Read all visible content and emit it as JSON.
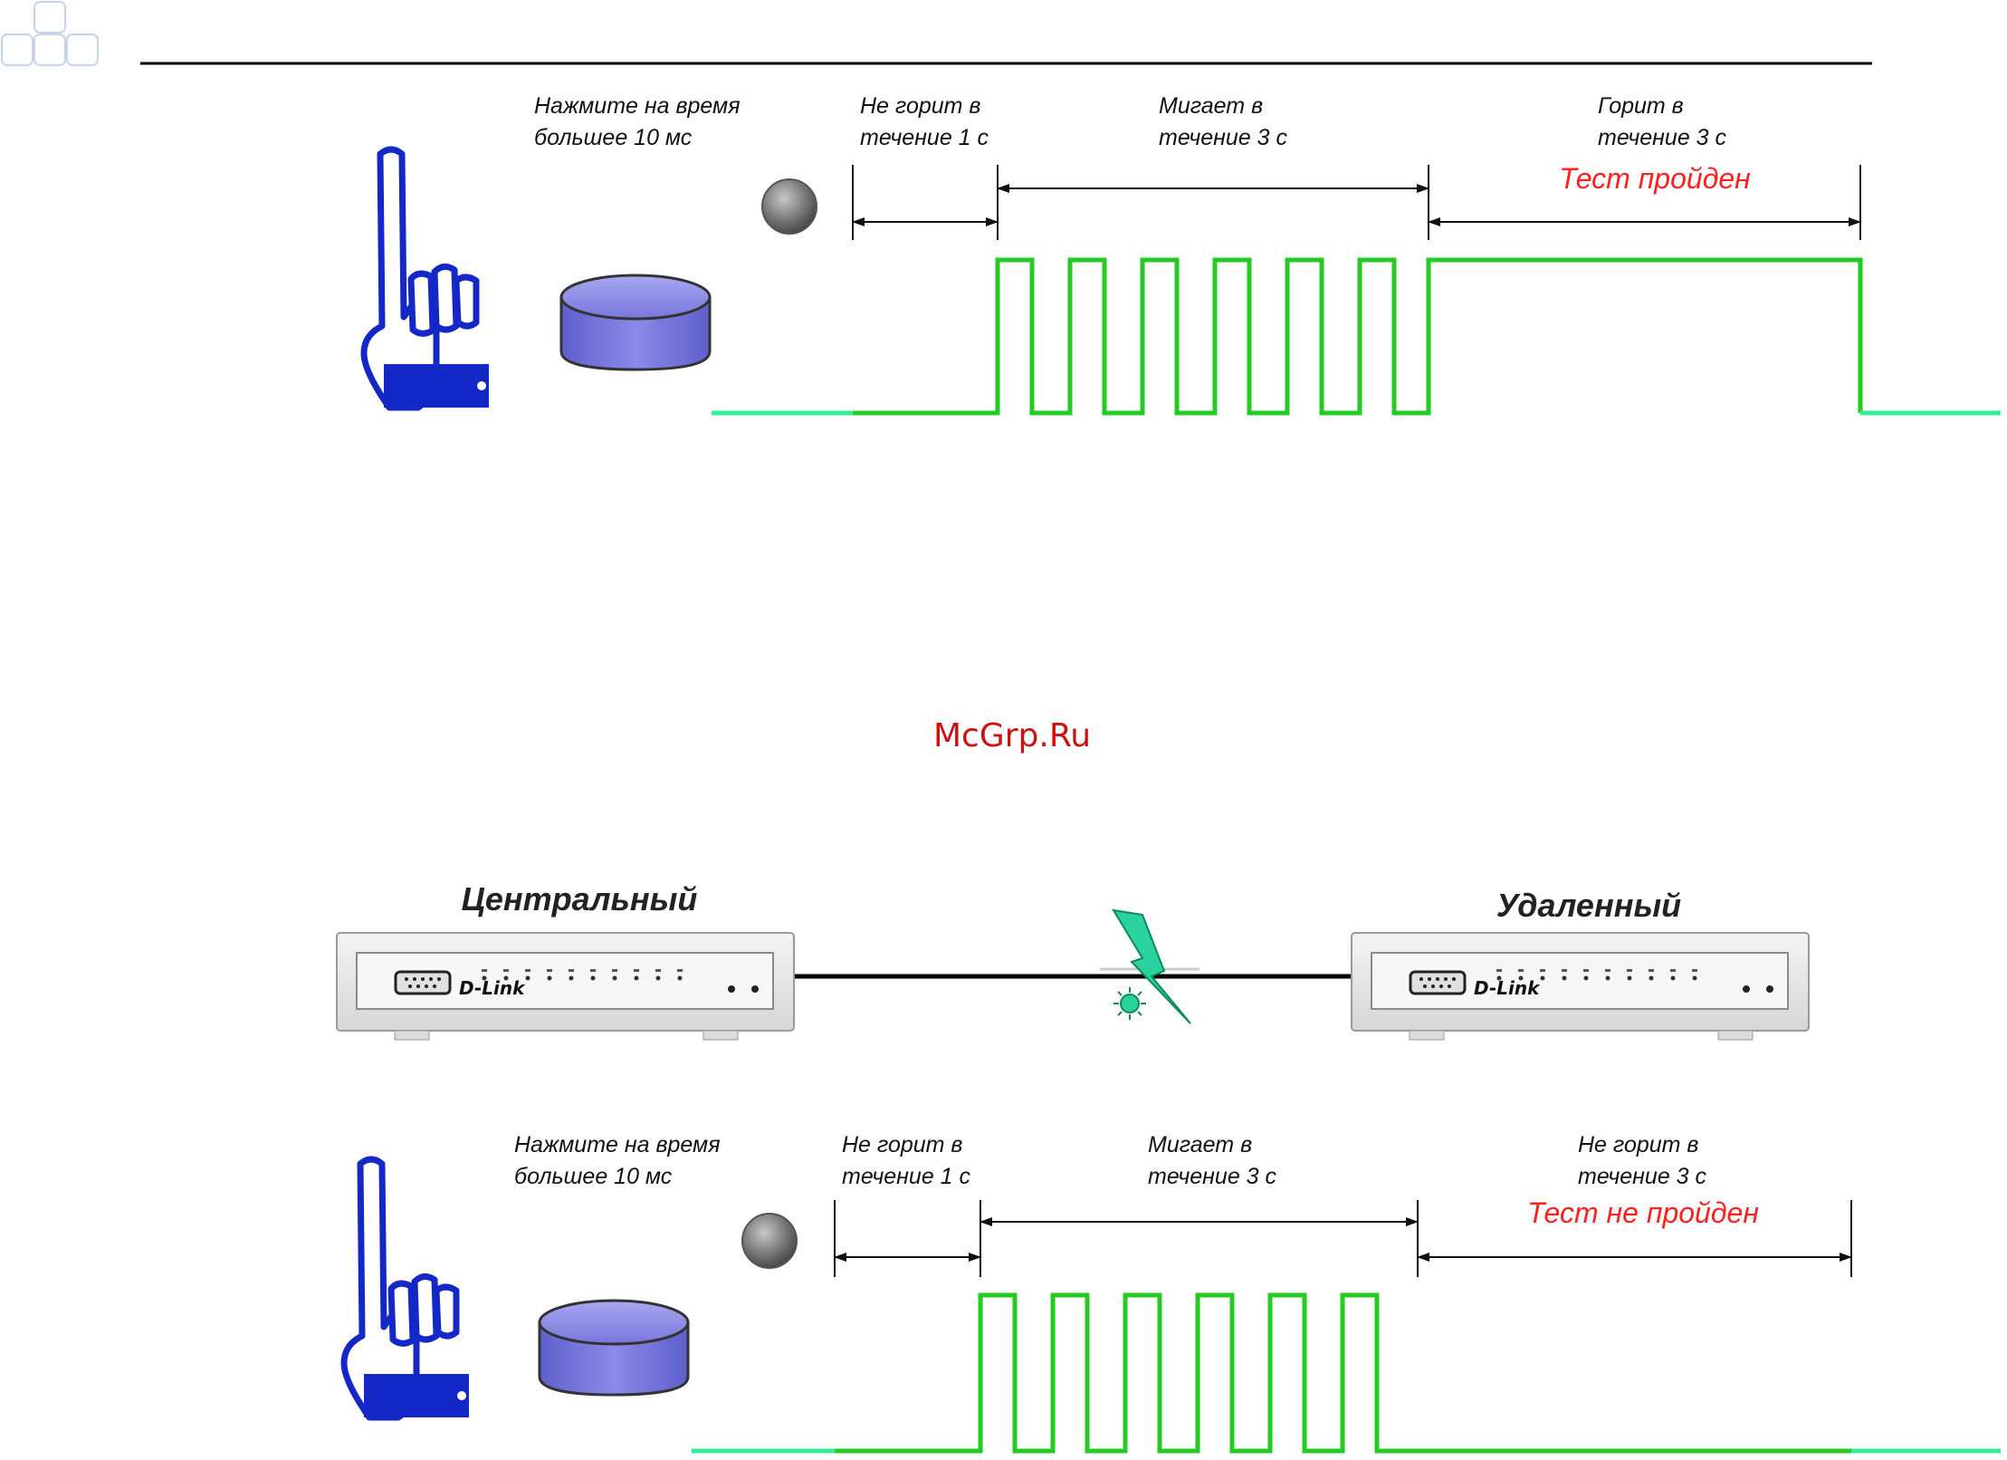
{
  "header": {
    "logo_icon": "squares-logo-icon",
    "rule_color": "#000000"
  },
  "panels": [
    {
      "press_instruction": [
        "Нажмите на время",
        "большее 10 мс"
      ],
      "phase_off": [
        "Не горит в",
        "течение 1 с"
      ],
      "phase_blink": [
        "Мигает в",
        "течение 3 с"
      ],
      "phase_final": [
        "Горит в",
        "течение 3 с"
      ],
      "result": "Тест пройден",
      "final_state": "on",
      "pulses": 6
    },
    {
      "press_instruction": [
        "Нажмите на время",
        "большее 10 мс"
      ],
      "phase_off": [
        "Не горит в",
        "течение 1 с"
      ],
      "phase_blink": [
        "Мигает в",
        "течение 3 с"
      ],
      "phase_final": [
        "Не горит в",
        "течение 3 с"
      ],
      "result": "Тест не пройден",
      "final_state": "off",
      "pulses": 6
    }
  ],
  "watermark": "McGrp.Ru",
  "devices": {
    "central": "Центральный",
    "remote": "Удаленный",
    "brand": "D-Link",
    "link_fault_icon": "lightning-fault-icon"
  },
  "colors": {
    "signal": "#22cc22",
    "idle": "#33ee99",
    "hand": "#1428c8",
    "button": "#7b7bdd",
    "result": "#ff2020"
  }
}
